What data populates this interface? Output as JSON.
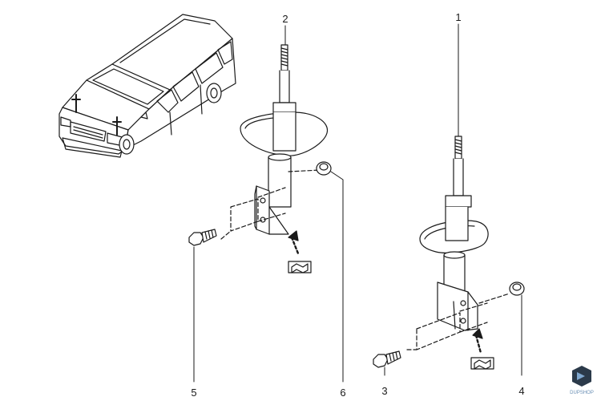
{
  "callouts": [
    {
      "id": "1",
      "label": "1"
    },
    {
      "id": "2",
      "label": "2"
    },
    {
      "id": "3",
      "label": "3"
    },
    {
      "id": "4",
      "label": "4"
    },
    {
      "id": "5",
      "label": "5"
    },
    {
      "id": "6",
      "label": "6"
    }
  ],
  "logo": {
    "text": "DUPSHOP",
    "color": "#6a8fb5"
  },
  "colors": {
    "line": "#1a1a1a",
    "fill": "#ffffff"
  }
}
